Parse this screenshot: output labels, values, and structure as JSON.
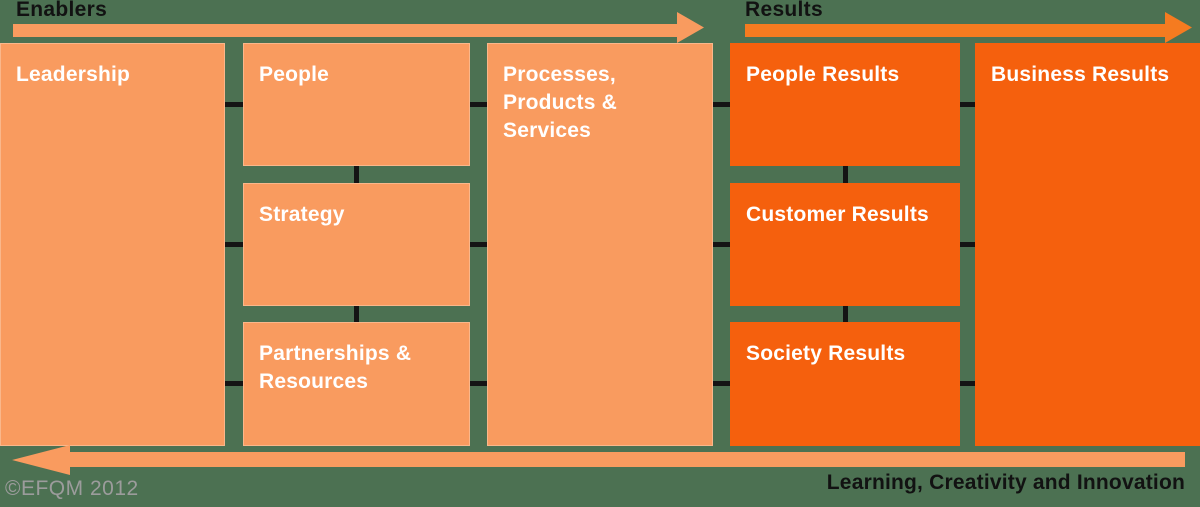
{
  "title": "EFQM Excellence Model 2012",
  "colors": {
    "background": "#4C7152",
    "enabler": "#F99B5F",
    "result": "#F5600D",
    "result_arrow": "#F57B20",
    "connector": "#141414",
    "heading_text": "#121212",
    "box_text": "#FFFFFF",
    "copyright": "#9C9C9C"
  },
  "header": {
    "enablers_label": "Enablers",
    "results_label": "Results"
  },
  "boxes": {
    "leadership": {
      "label": "Leadership",
      "group": "Enablers"
    },
    "people": {
      "label": "People",
      "group": "Enablers"
    },
    "strategy": {
      "label": "Strategy",
      "group": "Enablers"
    },
    "partnerships": {
      "label": "Partnerships & Resources",
      "group": "Enablers"
    },
    "processes": {
      "label": "Processes, Products & Services",
      "group": "Enablers"
    },
    "people_results": {
      "label": "People Results",
      "group": "Results"
    },
    "customer_results": {
      "label": "Customer Results",
      "group": "Results"
    },
    "society_results": {
      "label": "Society Results",
      "group": "Results"
    },
    "business_results": {
      "label": "Business Results",
      "group": "Results"
    }
  },
  "footer": {
    "feedback_label": "Learning, Creativity and Innovation",
    "copyright": "©EFQM 2012"
  }
}
